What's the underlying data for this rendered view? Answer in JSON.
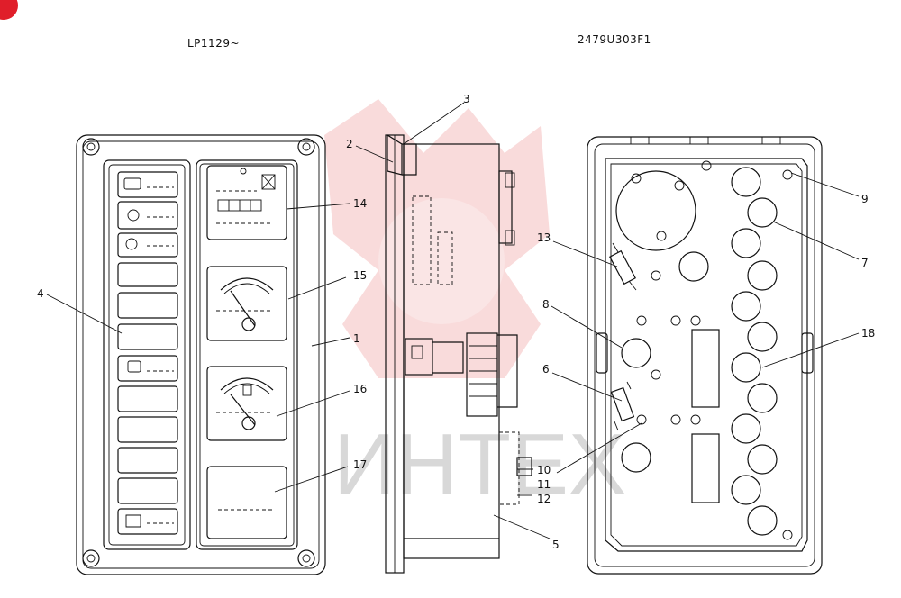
{
  "header": {
    "left_code": "LP1129~",
    "right_code": "2479U303F1"
  },
  "watermark": {
    "text": "ИНТЕХ"
  },
  "callouts": [
    "1",
    "2",
    "3",
    "4",
    "5",
    "6",
    "7",
    "8",
    "9",
    "10",
    "11",
    "12",
    "13",
    "14",
    "15",
    "16",
    "17",
    "18"
  ]
}
